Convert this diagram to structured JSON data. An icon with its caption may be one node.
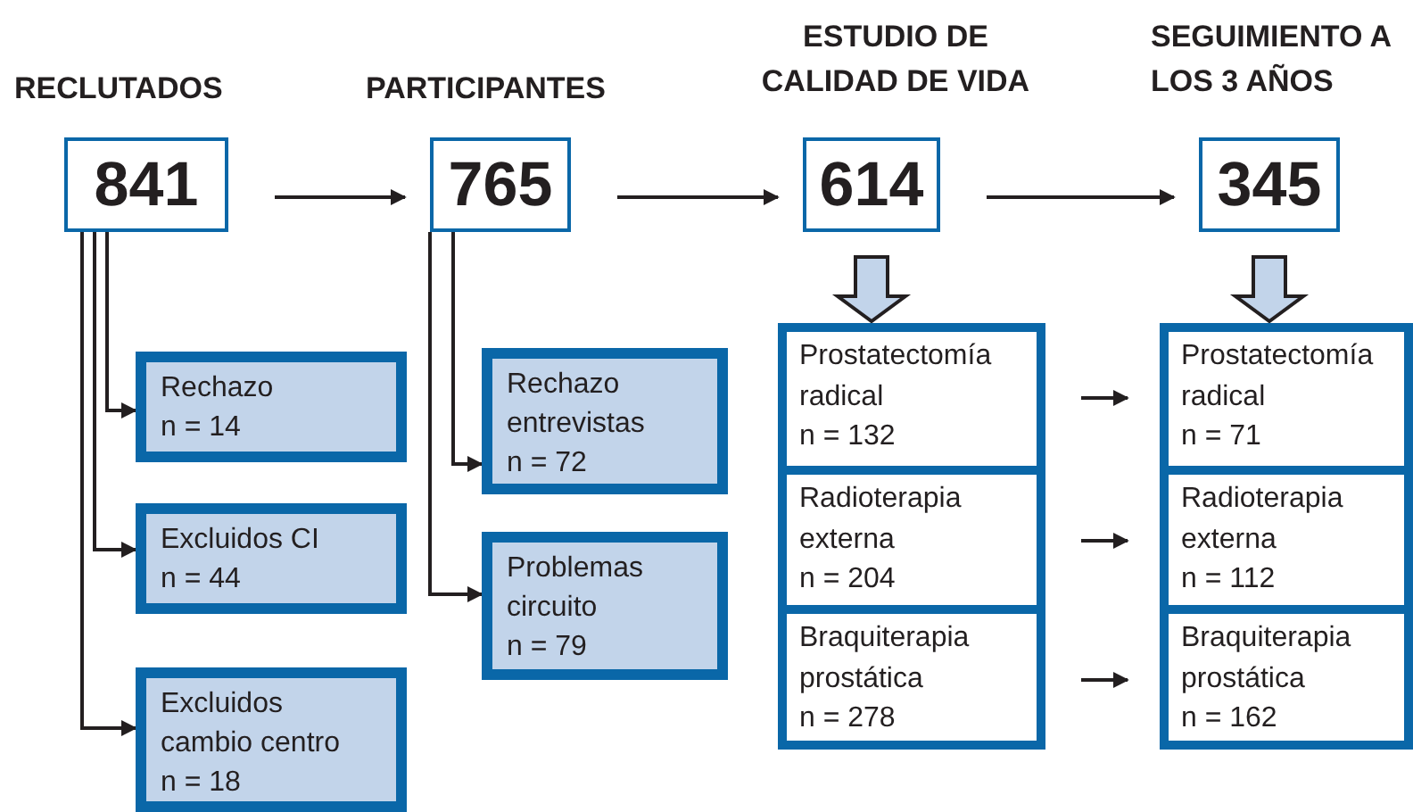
{
  "diagram": {
    "nodes": [
      {
        "text": [
          "RECLUTADOS",
          "841"
        ]
      },
      {
        "text": [
          "PARTICIPANTES",
          "765"
        ]
      },
      {
        "text": [
          "ESTUDIO DE CALIDAD DE VIDA",
          "614"
        ]
      },
      {
        "text": [
          "SEGUIMIENTO A LOS 3 AÑOS",
          "345"
        ]
      },
      {
        "text": [
          "Rechazo",
          "n = 14"
        ]
      },
      {
        "text": [
          "Excluidos CI",
          "n = 44"
        ]
      },
      {
        "text": [
          "Excluidos cambio centro",
          "n = 18"
        ]
      },
      {
        "text": [
          "Rechazo entrevistas",
          "n = 72"
        ]
      },
      {
        "text": [
          "Problemas circuito",
          "n = 79"
        ]
      },
      {
        "text": [
          "Prostatectomía radical",
          "n = 132"
        ]
      },
      {
        "text": [
          "Radioterapia externa",
          "n = 204"
        ]
      },
      {
        "text": [
          "Braquiterapia prostática",
          "n = 278"
        ]
      },
      {
        "text": [
          "Prostatectomía radical",
          "n = 71"
        ]
      },
      {
        "text": [
          "Radioterapia externa",
          "n = 112"
        ]
      },
      {
        "text": [
          "Braquiterapia prostática",
          "n = 162"
        ]
      }
    ],
    "edges": [
      {
        "from": 0,
        "to": 1,
        "arrow": "to"
      },
      {
        "from": 1,
        "to": 2,
        "arrow": "to"
      },
      {
        "from": 2,
        "to": 3,
        "arrow": "to"
      },
      {
        "from": 0,
        "to": 4,
        "arrow": "to"
      },
      {
        "from": 0,
        "to": 5,
        "arrow": "to"
      },
      {
        "from": 0,
        "to": 6,
        "arrow": "to"
      },
      {
        "from": 1,
        "to": 7,
        "arrow": "to"
      },
      {
        "from": 1,
        "to": 8,
        "arrow": "to"
      },
      {
        "from": 2,
        "to": 9,
        "arrow": "to",
        "style": "thick"
      },
      {
        "from": 3,
        "to": 12,
        "arrow": "to",
        "style": "thick"
      },
      {
        "from": 9,
        "to": 12,
        "arrow": "to"
      },
      {
        "from": 10,
        "to": 13,
        "arrow": "to"
      },
      {
        "from": 11,
        "to": 14,
        "arrow": "to"
      }
    ]
  }
}
